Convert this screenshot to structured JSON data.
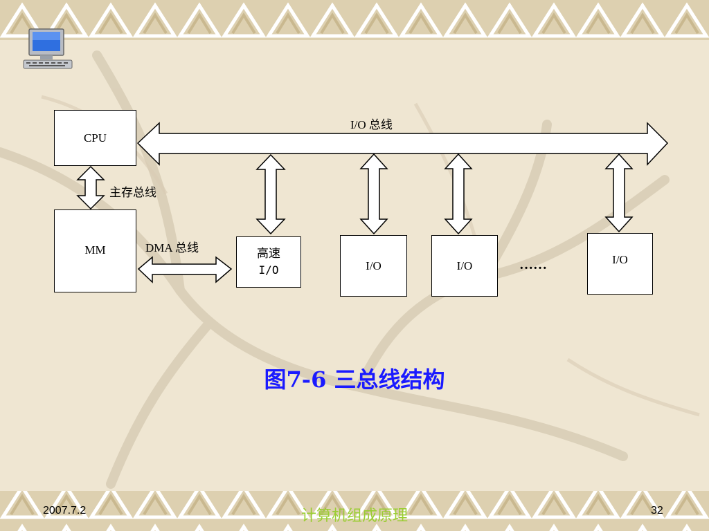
{
  "diagram": {
    "cpu_label": "CPU",
    "mm_label": "MM",
    "io_bus_label": "I/O 总线",
    "main_bus_label": "主存总线",
    "dma_bus_label": "DMA 总线",
    "high_speed_io_line1": "高速",
    "high_speed_io_line2": "I/O",
    "io_label_1": "I/O",
    "io_label_2": "I/O",
    "io_label_3": "I/O",
    "ellipsis": "……"
  },
  "caption": "图7-6  三总线结构",
  "footer": {
    "date": "2007.7.2",
    "course": "计算机组成原理",
    "page": "32"
  },
  "colors": {
    "caption": "#1a1aff",
    "course": "#9acd32",
    "background": "#efe6d2"
  },
  "icons": {
    "top_left": "computer-icon"
  }
}
